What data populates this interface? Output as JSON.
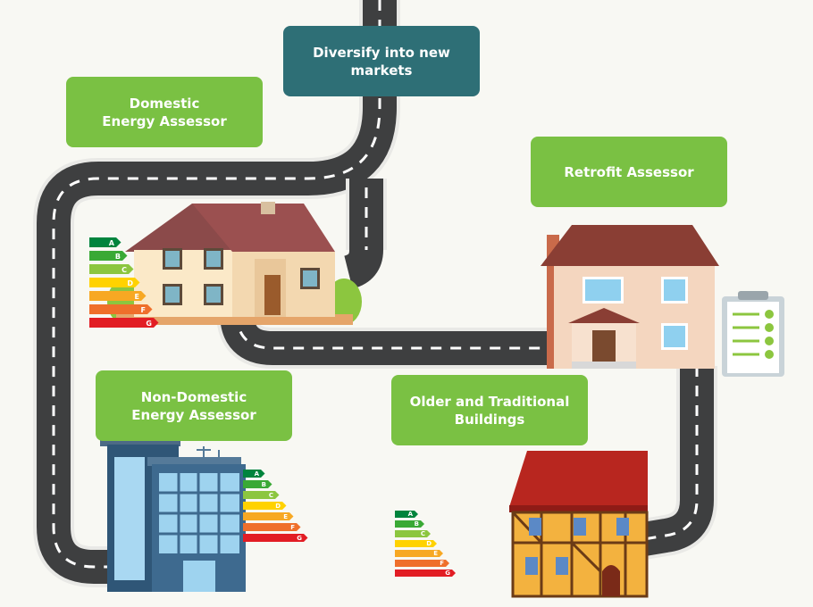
{
  "labels": {
    "diversify": "Diversify into new\nmarkets",
    "domestic": "Domestic\nEnergy Assessor",
    "retrofit": "Retrofit Assessor",
    "non_domestic": "Non-Domestic\nEnergy Assessor",
    "older": "Older and Traditional\nBuildings"
  },
  "energy_rating": {
    "grades": [
      "A",
      "B",
      "C",
      "D",
      "E",
      "F",
      "G"
    ],
    "colors": [
      "#00843d",
      "#3aa935",
      "#8cc63f",
      "#ffd200",
      "#f7a823",
      "#ef6f2b",
      "#e21d24"
    ]
  },
  "colors": {
    "road": "#3e3f40",
    "road_edge": "#e9e9e6",
    "road_dash": "#ffffff",
    "label_green": "#7ac143",
    "label_teal": "#2e6f76",
    "background": "#f8f8f3"
  }
}
